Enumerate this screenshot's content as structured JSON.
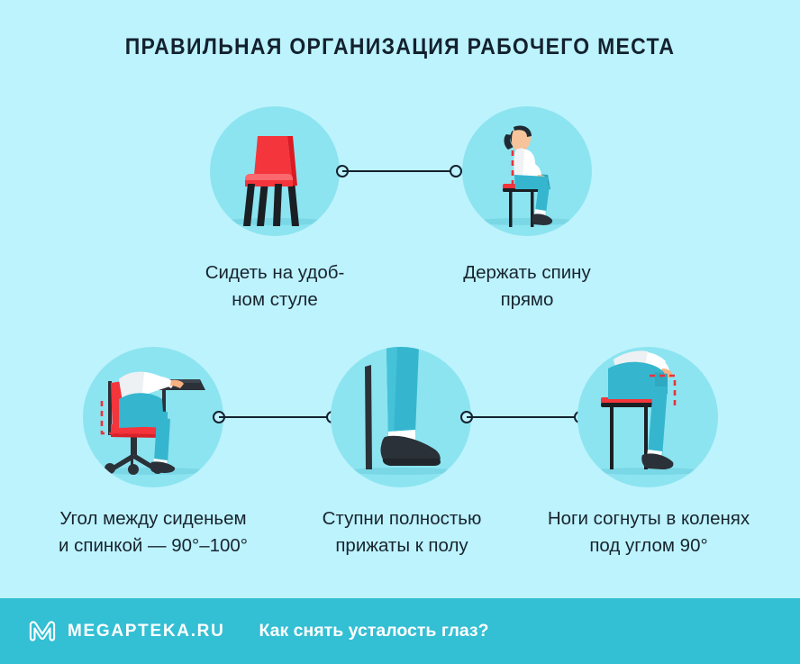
{
  "page": {
    "title": "ПРАВИЛЬНАЯ ОРГАНИЗАЦИЯ РАБОЧЕГО МЕСТА",
    "background_color": "#BDF3FD",
    "text_color": "#18242F"
  },
  "palette": {
    "background": "#BDF3FD",
    "circle": "#8CE4F0",
    "red": "#F4353B",
    "red_dark": "#E01B22",
    "red_light": "#F9696E",
    "teal": "#35B6CE",
    "teal_dark": "#2A9FB6",
    "dark": "#13212E",
    "white": "#FFFFFF",
    "skin": "#F7B183",
    "footer_bar": "#33BFD4"
  },
  "steps": [
    {
      "id": "comfortable-chair",
      "icon": "red-chair-icon",
      "caption_lines": [
        "Сидеть на удоб-",
        "ном стуле"
      ]
    },
    {
      "id": "straight-back",
      "icon": "person-sitting-straight-icon",
      "caption_lines": [
        "Держать спину",
        "прямо"
      ]
    },
    {
      "id": "seat-back-angle",
      "icon": "person-at-desk-icon",
      "caption_lines": [
        "Угол между сиденьем",
        "и спинкой — 90°–100°"
      ]
    },
    {
      "id": "feet-flat-on-floor",
      "icon": "foot-on-floor-icon",
      "caption_lines": [
        "Ступни полностью",
        "прижаты к полу"
      ]
    },
    {
      "id": "knees-ninety-degrees",
      "icon": "legs-bent-knees-icon",
      "caption_lines": [
        "Ноги согнуты в коленях",
        "под углом 90°"
      ]
    }
  ],
  "connectors": [
    {
      "id": "connector-1-2"
    },
    {
      "id": "connector-3-4"
    },
    {
      "id": "connector-4-5"
    }
  ],
  "footer": {
    "logo_icon": "megapteka-m-logo-icon",
    "brand": "MEGAPTEKA.RU",
    "tagline": "Как снять усталость глаз?",
    "background_color": "#33BFD4"
  }
}
